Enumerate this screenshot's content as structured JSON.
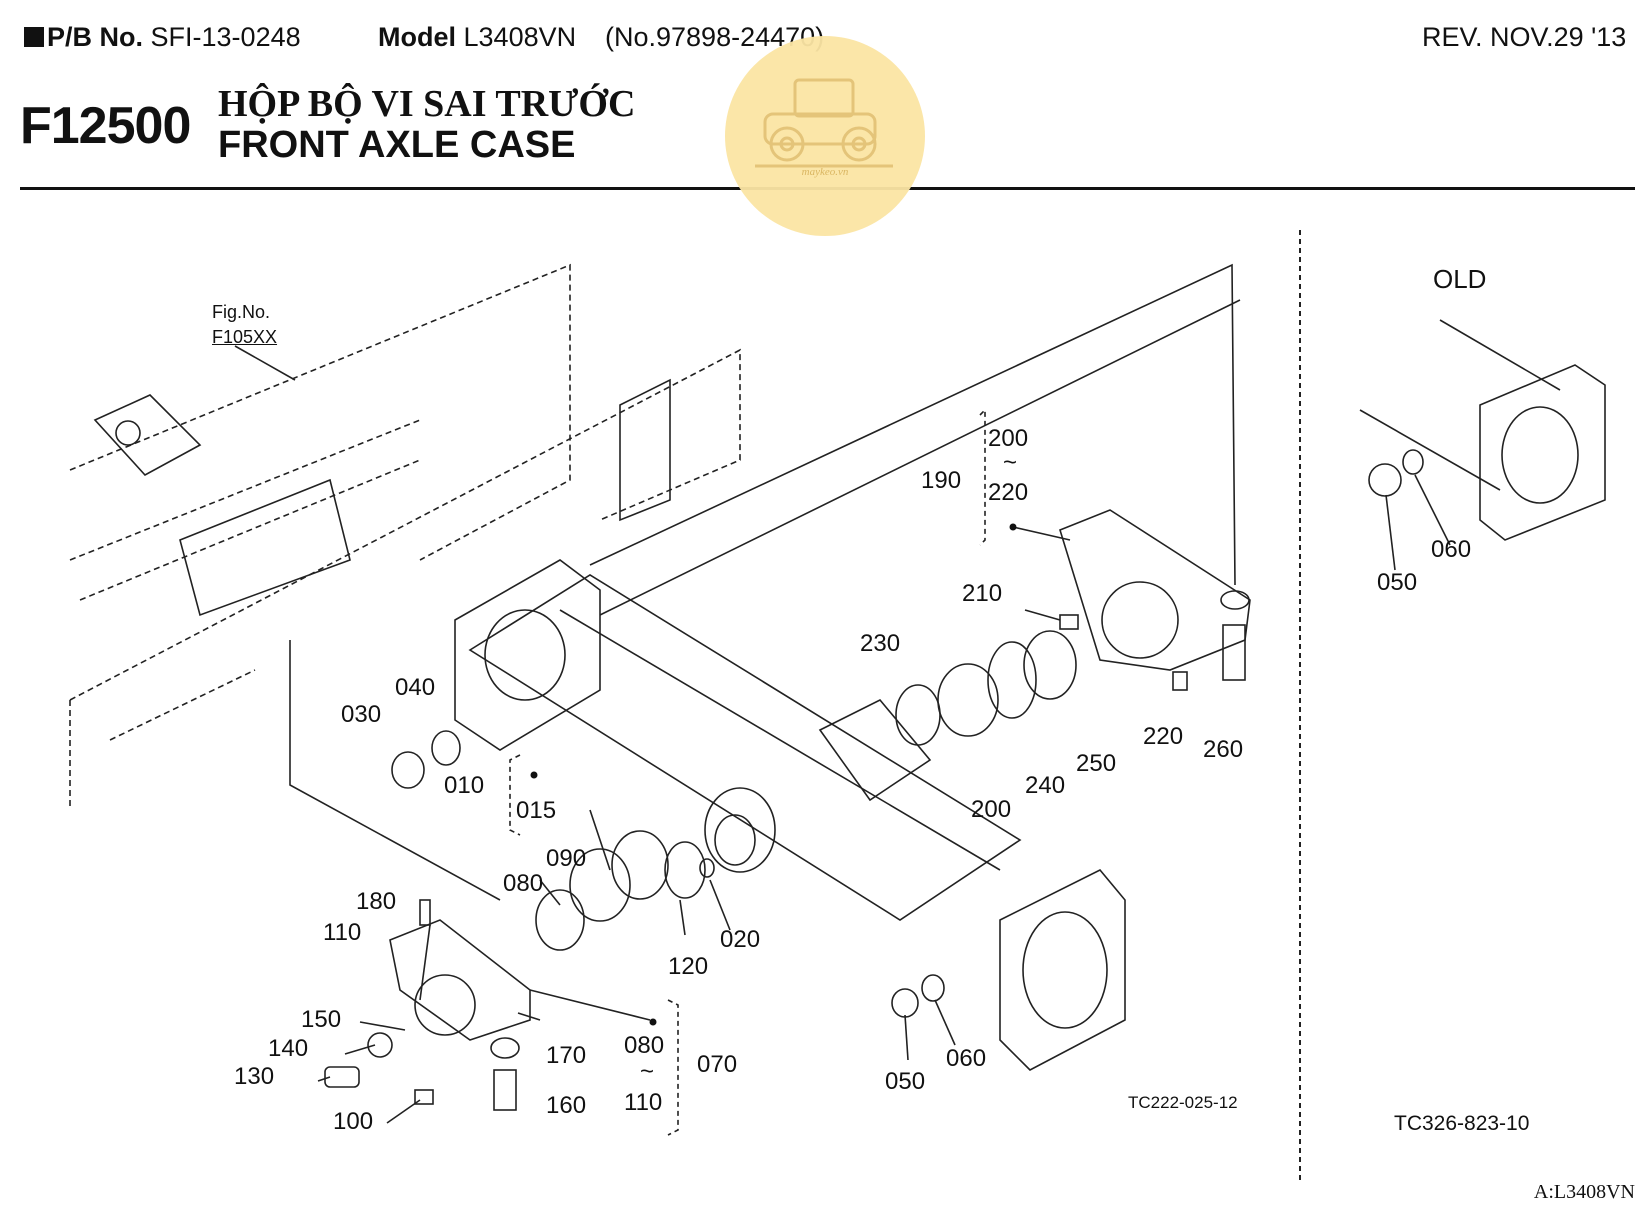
{
  "header": {
    "pb_label": "P/B No.",
    "pb_value": "SFI-13-0248",
    "model_label": "Model",
    "model_value": "L3408VN",
    "model_no": "(No.97898-24470)",
    "revision": "REV. NOV.29 '13"
  },
  "title": {
    "code": "F12500",
    "name_vi": "HỘP BỘ VI SAI TRƯỚC",
    "name_en": "FRONT AXLE CASE"
  },
  "watermark": {
    "text": "maykeo.vn",
    "color": "#fbe5a4"
  },
  "figure_ref": {
    "label": "Fig.No.",
    "value": "F105XX"
  },
  "old_label": "OLD",
  "drawing_codes": {
    "main": "TC222-025-12",
    "old": "TC326-823-10"
  },
  "footer": "A:L3408VN",
  "callouts": [
    "200",
    "~",
    "220",
    "190",
    "210",
    "230",
    "040",
    "030",
    "010",
    "015",
    "250",
    "220",
    "260",
    "240",
    "200",
    "090",
    "080",
    "180",
    "110",
    "020",
    "120",
    "150",
    "140",
    "130",
    "170",
    "080",
    "~",
    "110",
    "070",
    "100",
    "160",
    "050",
    "060",
    "050",
    "060"
  ]
}
